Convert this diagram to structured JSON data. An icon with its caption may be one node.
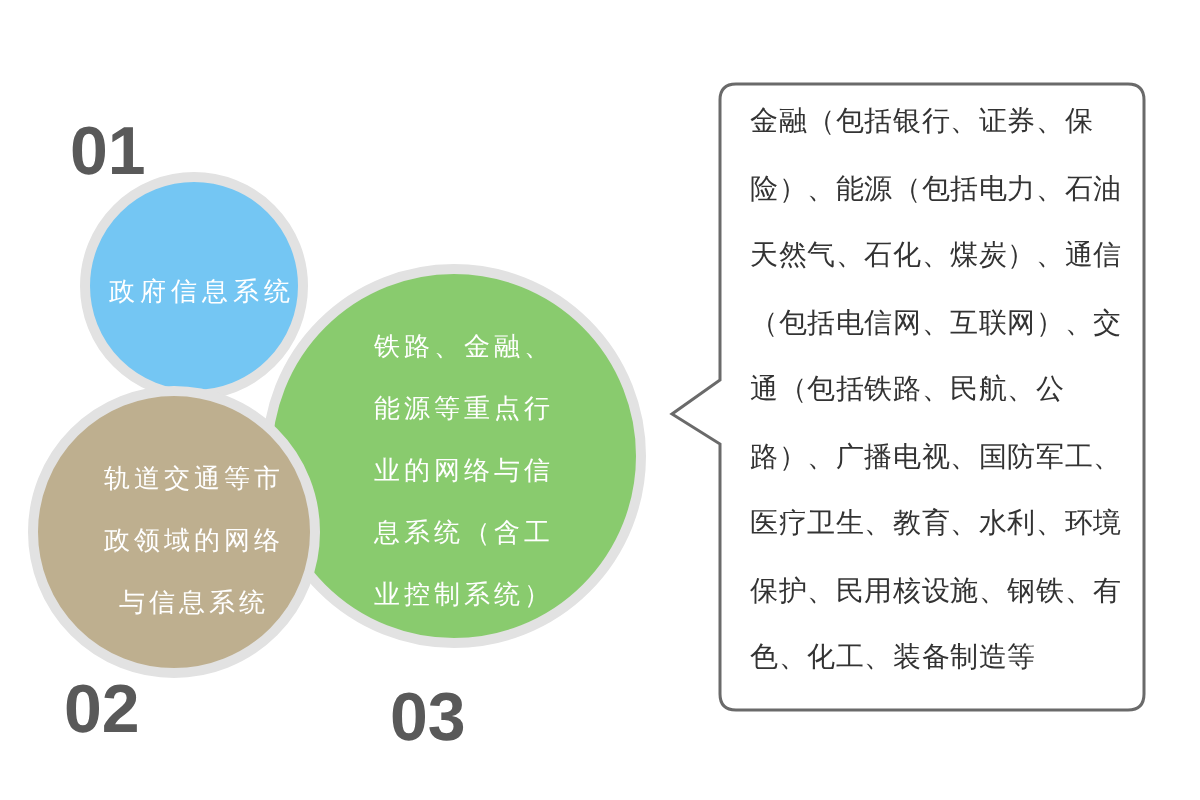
{
  "diagram": {
    "nodes": [
      {
        "text": [
          "政府信息系统"
        ],
        "beside": [
          "01"
        ]
      },
      {
        "text": [
          "轨道交通等市政领域的网络与信息系统"
        ],
        "beside": [
          "02"
        ]
      },
      {
        "text": [
          "铁路、金融、能源等重点行业的网络与信息系统（含工业控制系统）"
        ],
        "beside": [
          "03"
        ]
      },
      {
        "text": [
          "金融（包括银行、证券、保险）、能源（包括电力、石油天然气、石化、煤炭）、通信（包括电信网、互联网）、交通（包括铁路、民航、公路）、广播电视、国防军工、医疗卫生、教育、水利、环境保护、民用核设施、钢铁、有色、化工、装备制造等"
        ]
      }
    ]
  }
}
